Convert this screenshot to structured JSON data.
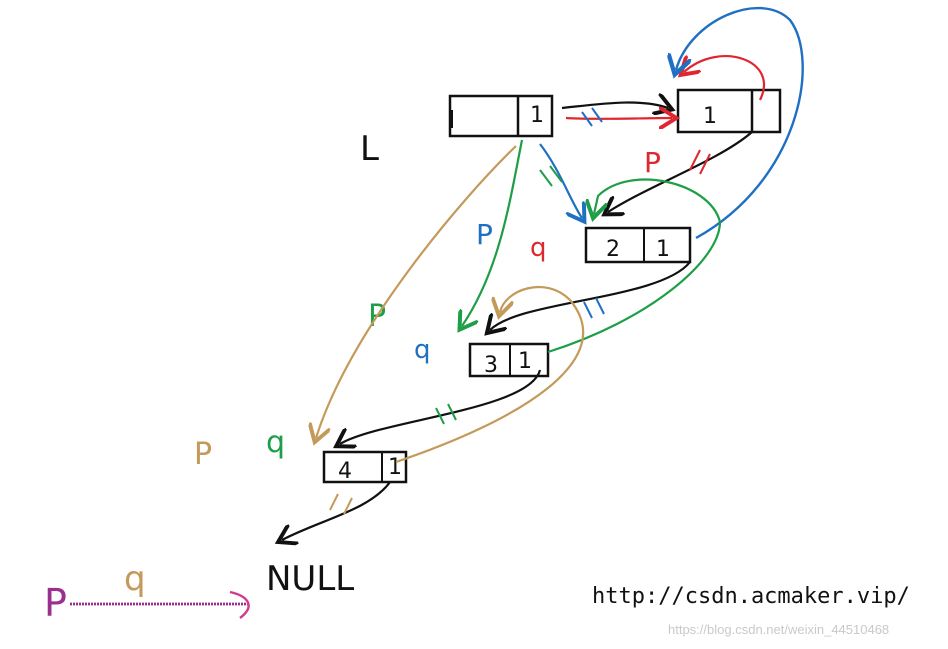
{
  "labels": {
    "head": "L",
    "null": "NULL"
  },
  "nodes": [
    {
      "id": "head",
      "value": "",
      "next": "1"
    },
    {
      "id": "n1",
      "value": "1",
      "next": ""
    },
    {
      "id": "n2",
      "value": "2",
      "next": "1"
    },
    {
      "id": "n3",
      "value": "3",
      "next": "1"
    },
    {
      "id": "n4",
      "value": "4",
      "next": "1"
    }
  ],
  "pointer_labels": {
    "p_red": "P",
    "p_blue": "P",
    "q_red": "q",
    "p_green": "P",
    "q_blue": "q",
    "p_tan": "P",
    "q_green": "q",
    "p_purple": "P",
    "q_tan": "q"
  },
  "footer": {
    "url": "http://csdn.acmaker.vip/",
    "watermark": "https://blog.csdn.net/weixin_44510468"
  },
  "colors": {
    "black": "#111111",
    "red": "#e0262f",
    "blue": "#1f6fc2",
    "green": "#1e9e47",
    "tan": "#c49a5a",
    "purple": "#9b2f8f",
    "magenta": "#d23a8f"
  }
}
